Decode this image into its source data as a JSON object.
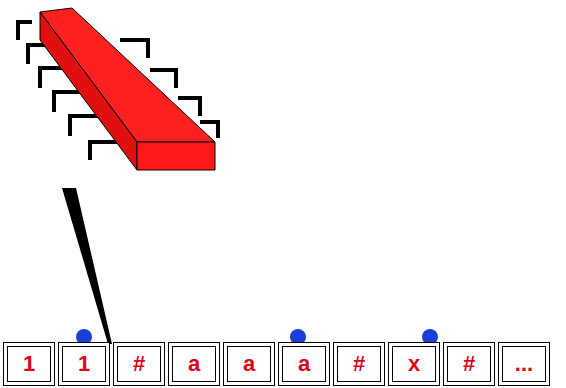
{
  "diagram": {
    "nodes": [
      {
        "text": [
          "1"
        ]
      },
      {
        "text": [
          "1"
        ]
      },
      {
        "text": [
          "#"
        ]
      },
      {
        "text": [
          "a"
        ]
      },
      {
        "text": [
          "a"
        ]
      },
      {
        "text": [
          "a"
        ]
      },
      {
        "text": [
          "#"
        ]
      },
      {
        "text": [
          "x"
        ]
      },
      {
        "text": [
          "#"
        ]
      },
      {
        "text": [
          "..."
        ]
      }
    ]
  }
}
